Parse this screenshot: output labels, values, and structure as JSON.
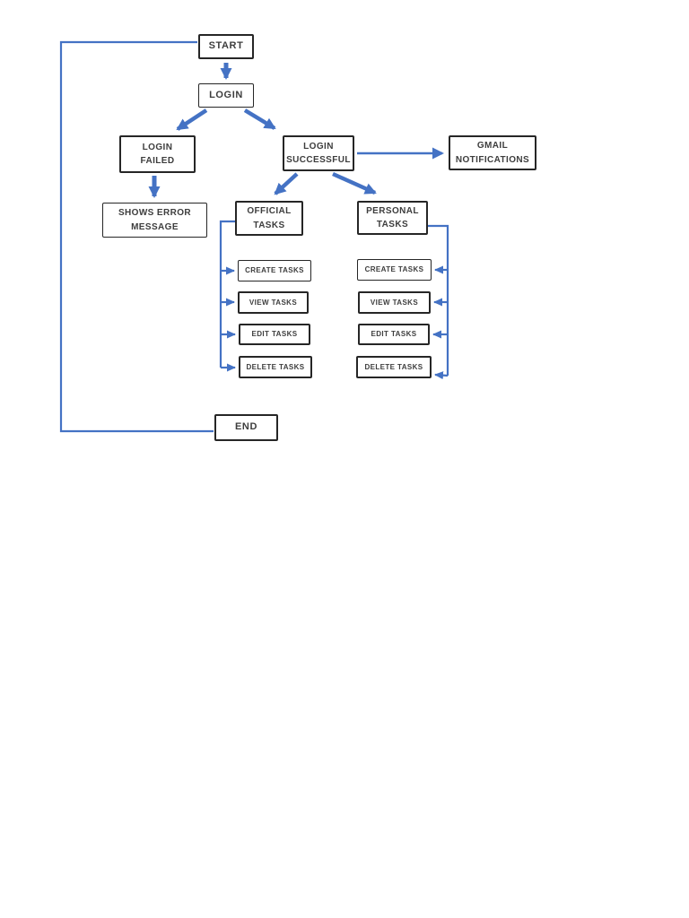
{
  "diagram": {
    "type": "flowchart",
    "colors": {
      "arrow": "#4472C4",
      "box_border": "#262626",
      "text": "#3d3d3d",
      "background": "#ffffff"
    },
    "nodes": {
      "start": {
        "label": "START"
      },
      "login": {
        "label": "LOGIN"
      },
      "login_failed": {
        "label": "LOGIN\nFAILED"
      },
      "login_successful": {
        "label": "LOGIN\nSUCCESSFUL"
      },
      "gmail_notifications": {
        "label": "GMAIL\nNOTIFICATIONS"
      },
      "shows_error_message": {
        "label": "SHOWS ERROR\nMESSAGE"
      },
      "official_tasks": {
        "label": "OFFICIAL\nTASKS"
      },
      "personal_tasks": {
        "label": "PERSONAL\nTASKS"
      },
      "official_create": {
        "label": "CREATE TASKS"
      },
      "official_view": {
        "label": "VIEW TASKS"
      },
      "official_edit": {
        "label": "EDIT TASKS"
      },
      "official_delete": {
        "label": "DELETE TASKS"
      },
      "personal_create": {
        "label": "CREATE TASKS"
      },
      "personal_view": {
        "label": "VIEW TASKS"
      },
      "personal_edit": {
        "label": "EDIT TASKS"
      },
      "personal_delete": {
        "label": "DELETE TASKS"
      },
      "end": {
        "label": "END"
      }
    },
    "edges": [
      {
        "from": "START",
        "to": "LOGIN"
      },
      {
        "from": "LOGIN",
        "to": "LOGIN FAILED"
      },
      {
        "from": "LOGIN",
        "to": "LOGIN SUCCESSFUL"
      },
      {
        "from": "LOGIN FAILED",
        "to": "SHOWS ERROR MESSAGE"
      },
      {
        "from": "LOGIN SUCCESSFUL",
        "to": "GMAIL NOTIFICATIONS"
      },
      {
        "from": "LOGIN SUCCESSFUL",
        "to": "OFFICIAL TASKS"
      },
      {
        "from": "LOGIN SUCCESSFUL",
        "to": "PERSONAL TASKS"
      },
      {
        "from": "OFFICIAL TASKS",
        "to": "CREATE TASKS (OFFICIAL)"
      },
      {
        "from": "OFFICIAL TASKS",
        "to": "VIEW TASKS (OFFICIAL)"
      },
      {
        "from": "OFFICIAL TASKS",
        "to": "EDIT TASKS (OFFICIAL)"
      },
      {
        "from": "OFFICIAL TASKS",
        "to": "DELETE TASKS (OFFICIAL)"
      },
      {
        "from": "PERSONAL TASKS",
        "to": "CREATE TASKS (PERSONAL)"
      },
      {
        "from": "PERSONAL TASKS",
        "to": "VIEW TASKS (PERSONAL)"
      },
      {
        "from": "PERSONAL TASKS",
        "to": "EDIT TASKS (PERSONAL)"
      },
      {
        "from": "PERSONAL TASKS",
        "to": "DELETE TASKS (PERSONAL)"
      },
      {
        "from": "END",
        "to": "START"
      }
    ]
  }
}
